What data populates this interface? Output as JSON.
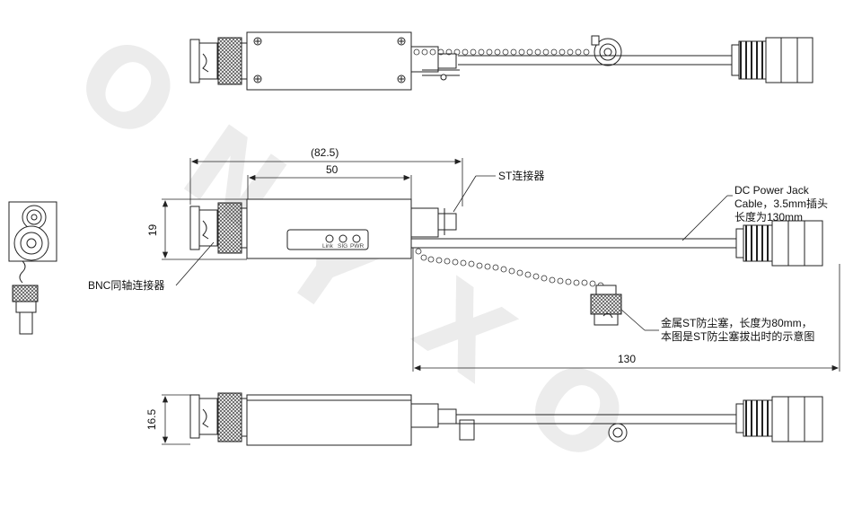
{
  "watermark": {
    "text": "ONYXON",
    "color": "#ececec"
  },
  "dimensions": {
    "overall_length": "(82.5)",
    "body_length": "50",
    "height_side": "19",
    "height_bottom": "16.5",
    "cable_length": "130"
  },
  "callouts": {
    "st_connector": "ST连接器",
    "bnc_connector": "BNC同轴连接器",
    "dc_power_line1": "DC Power Jack",
    "dc_power_line2": "Cable，3.5mm插头",
    "dc_power_line3": "长度为130mm",
    "dust_cap_line1": "金属ST防尘塞，长度为80mm，",
    "dust_cap_line2": "本图是ST防尘塞拔出时的示意图"
  },
  "leds": [
    "Link",
    "SIG",
    "PWR"
  ],
  "colors": {
    "line": "#222222",
    "fill": "#ffffff",
    "knurl": "#555555"
  }
}
